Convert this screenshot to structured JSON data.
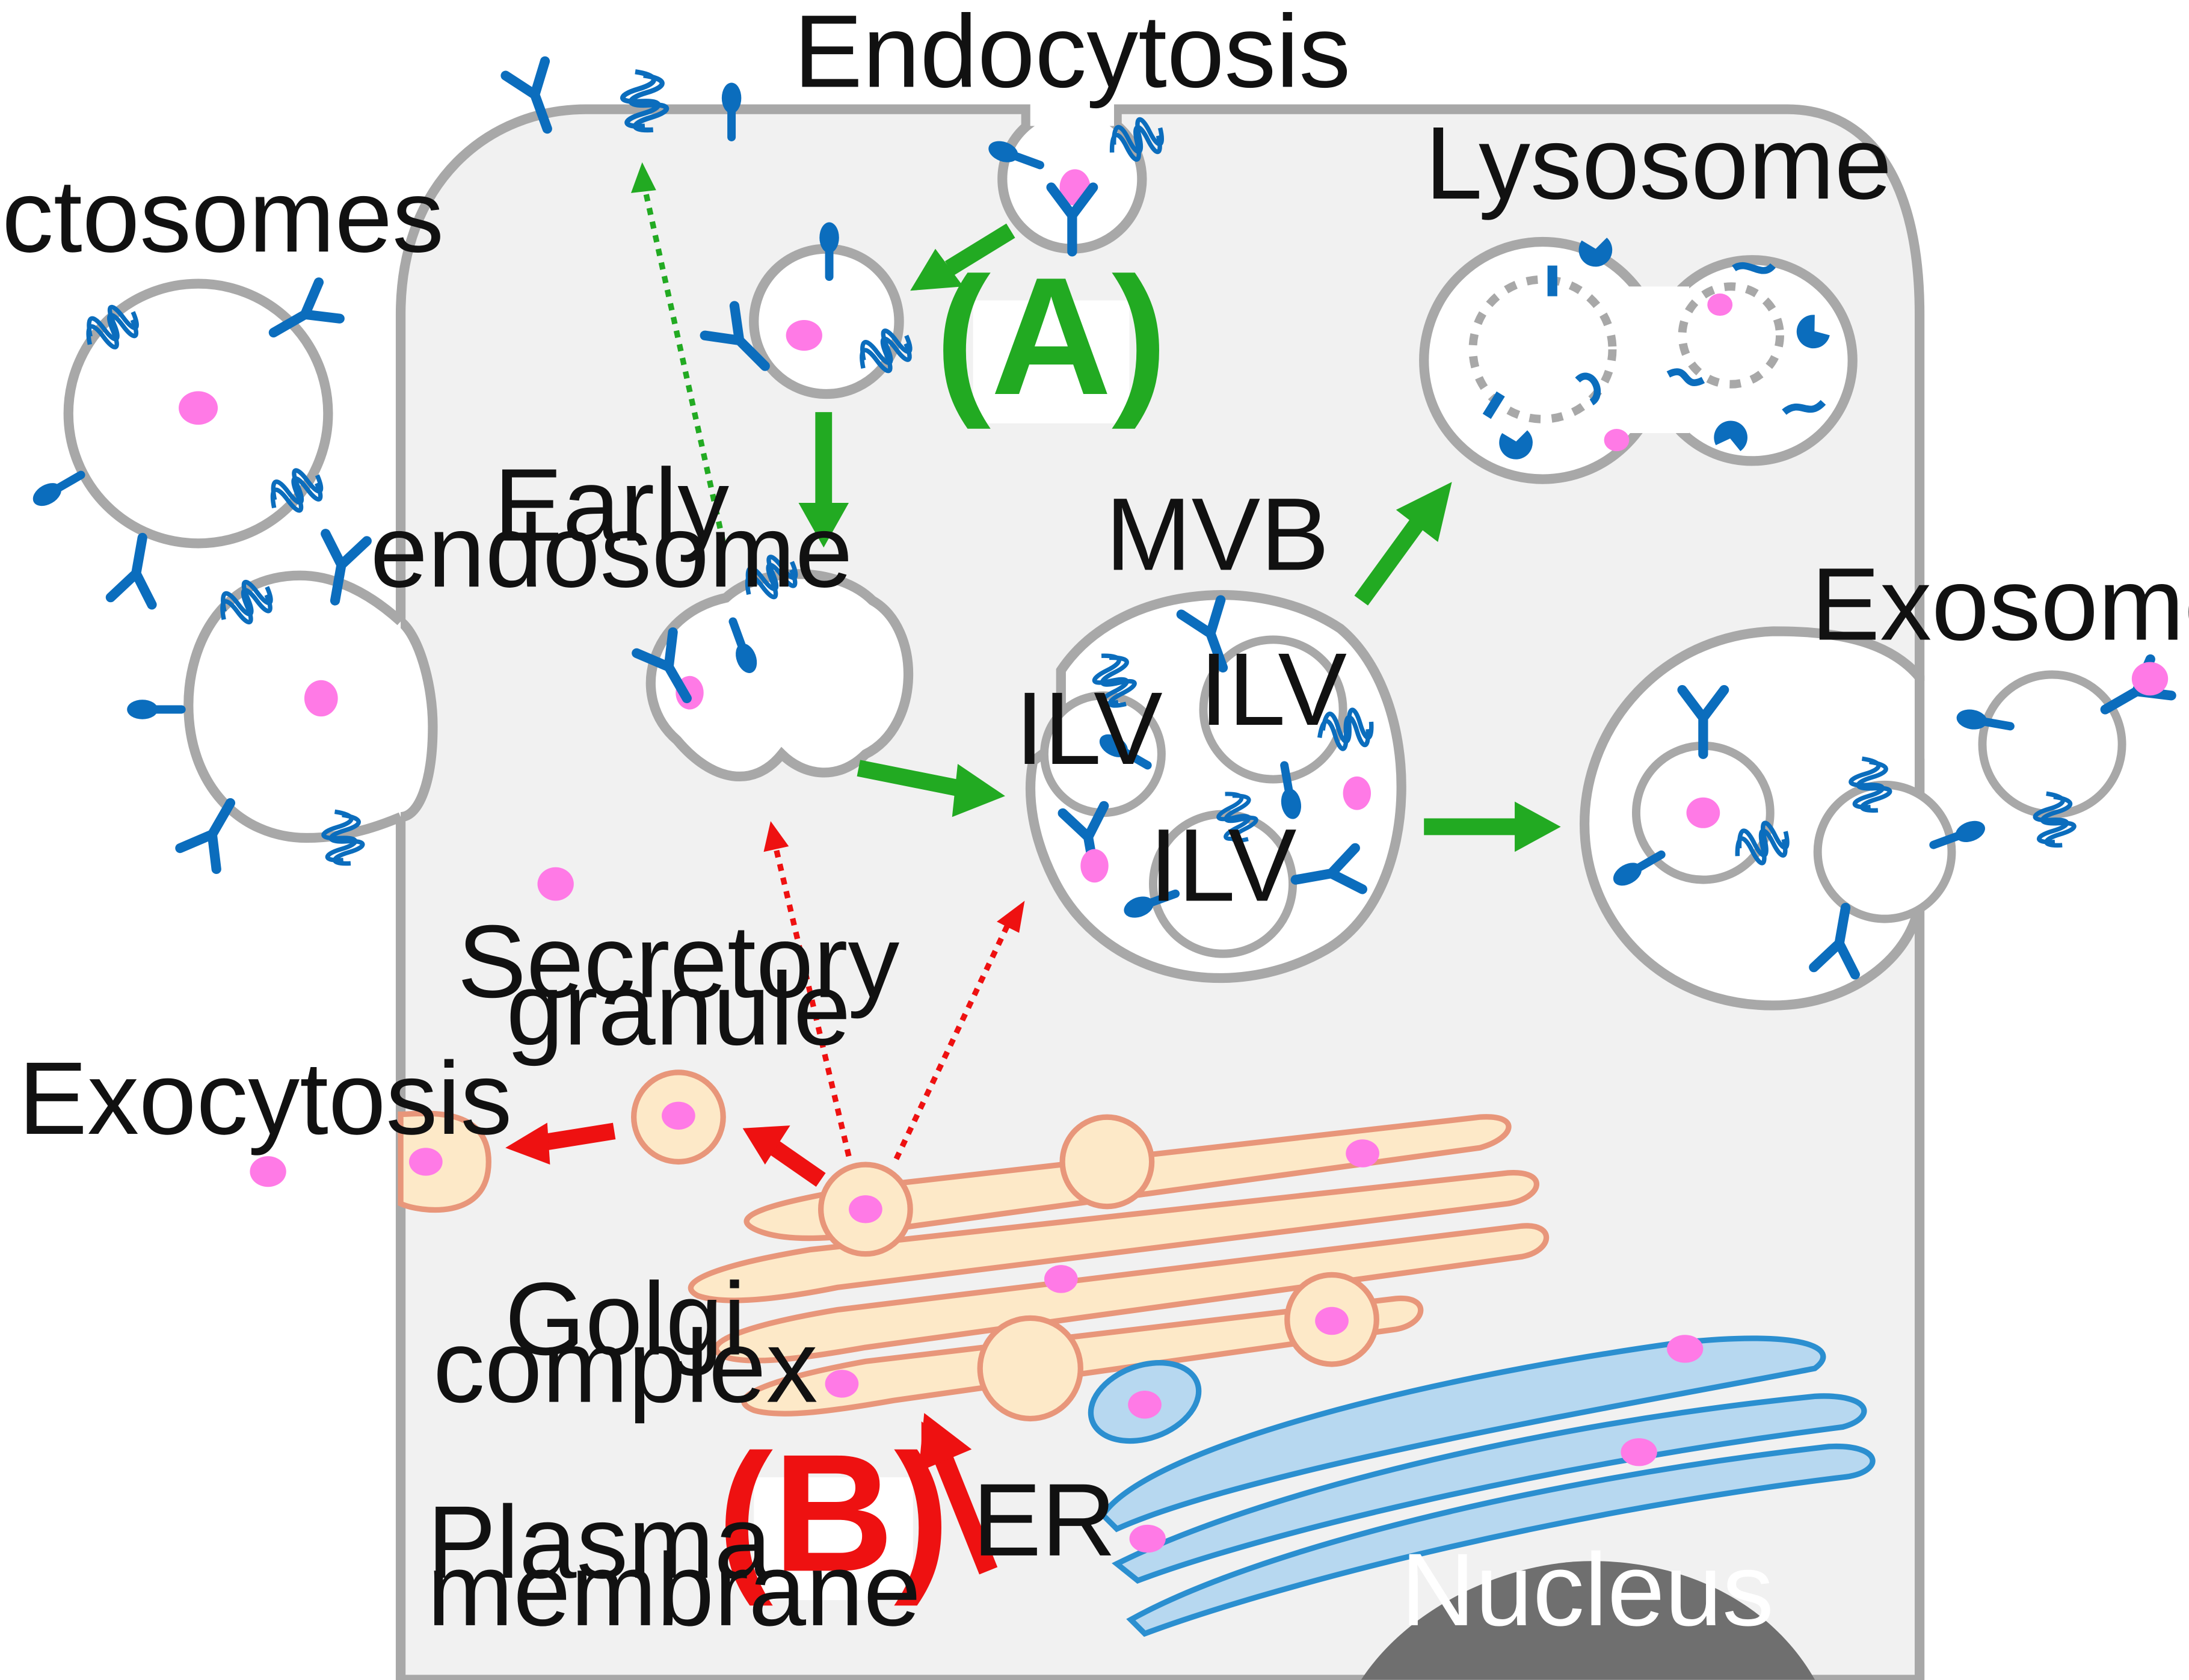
{
  "diagram": {
    "labels": {
      "endocytosis": "Endocytosis",
      "ectosomes": "Ectosomes",
      "lysosome": "Lysosome",
      "pathway_a": "(A)",
      "early_endosome_line1": "Early",
      "early_endosome_line2": "endosome",
      "mvb": "MVB",
      "ilv_1": "ILV",
      "ilv_2": "ILV",
      "ilv_3": "ILV",
      "exosomes": "Exosomes",
      "secretory_granule_line1": "Secretory",
      "secretory_granule_line2": "granule",
      "exocytosis": "Exocytosis",
      "golgi_line1": "Golgi",
      "golgi_line2": "complex",
      "pathway_b": "(B)",
      "er": "ER",
      "plasma_membrane_line1": "Plasma",
      "plasma_membrane_line2": "membrane",
      "nucleus": "Nucleus"
    },
    "colors": {
      "cytoplasm": "#f1f1f1",
      "membrane": "#a8a8a8",
      "protein": "#0b6dbd",
      "cargo": "#ff7ae6",
      "pathway_a_arrow": "#22aa22",
      "pathway_b_arrow": "#ee1111",
      "golgi_fill": "#fde9c8",
      "golgi_stroke": "#e8967a",
      "er_fill": "#b7d8f0",
      "er_stroke": "#2b8fd0",
      "nucleus": "#6f6f6f"
    }
  }
}
